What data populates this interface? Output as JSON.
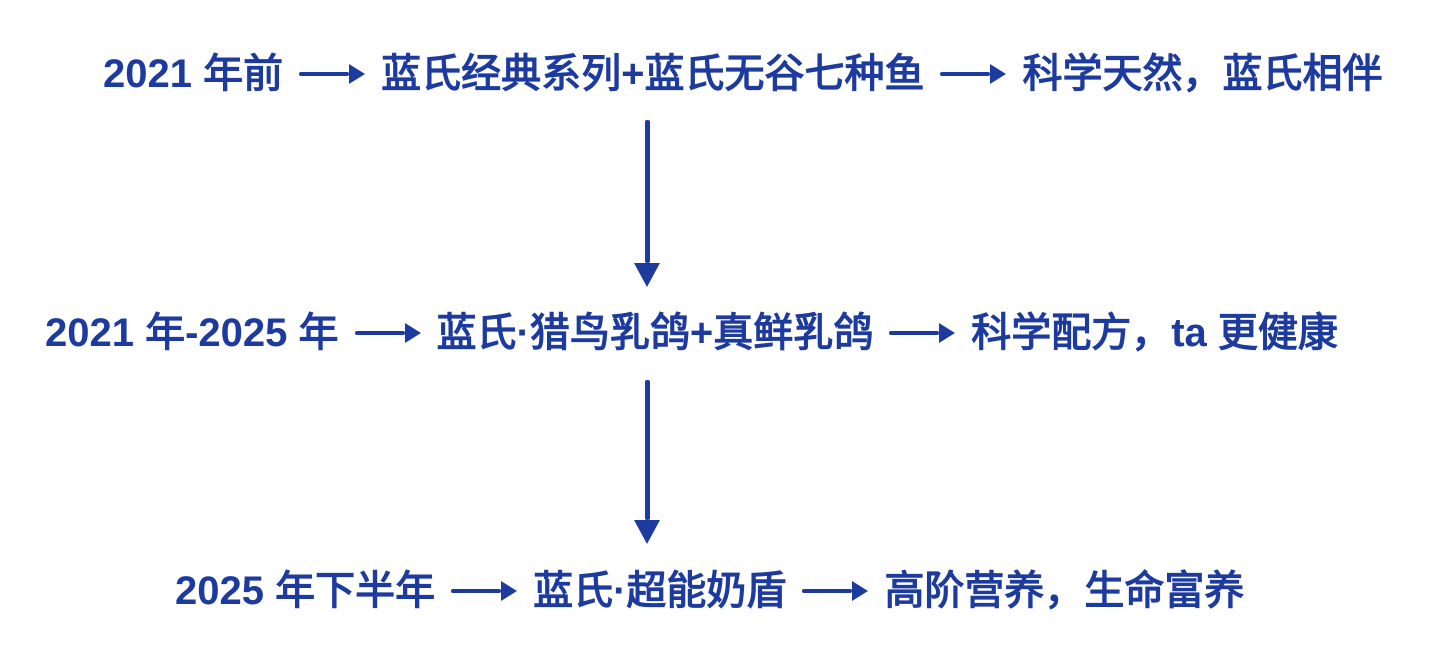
{
  "diagram": {
    "accent_color": "#1d3a9f",
    "background_color": "#ffffff",
    "rows": [
      {
        "period": "2021 年前",
        "product": "蓝氏经典系列+蓝氏无谷七种鱼",
        "slogan": "科学天然，蓝氏相伴"
      },
      {
        "period": "2021 年-2025 年",
        "product": "蓝氏·猎鸟乳鸽+真鲜乳鸽",
        "slogan": "科学配方，ta 更健康"
      },
      {
        "period": "2025 年下半年",
        "product": "蓝氏·超能奶盾",
        "slogan": "高阶营养，生命富养"
      }
    ]
  }
}
